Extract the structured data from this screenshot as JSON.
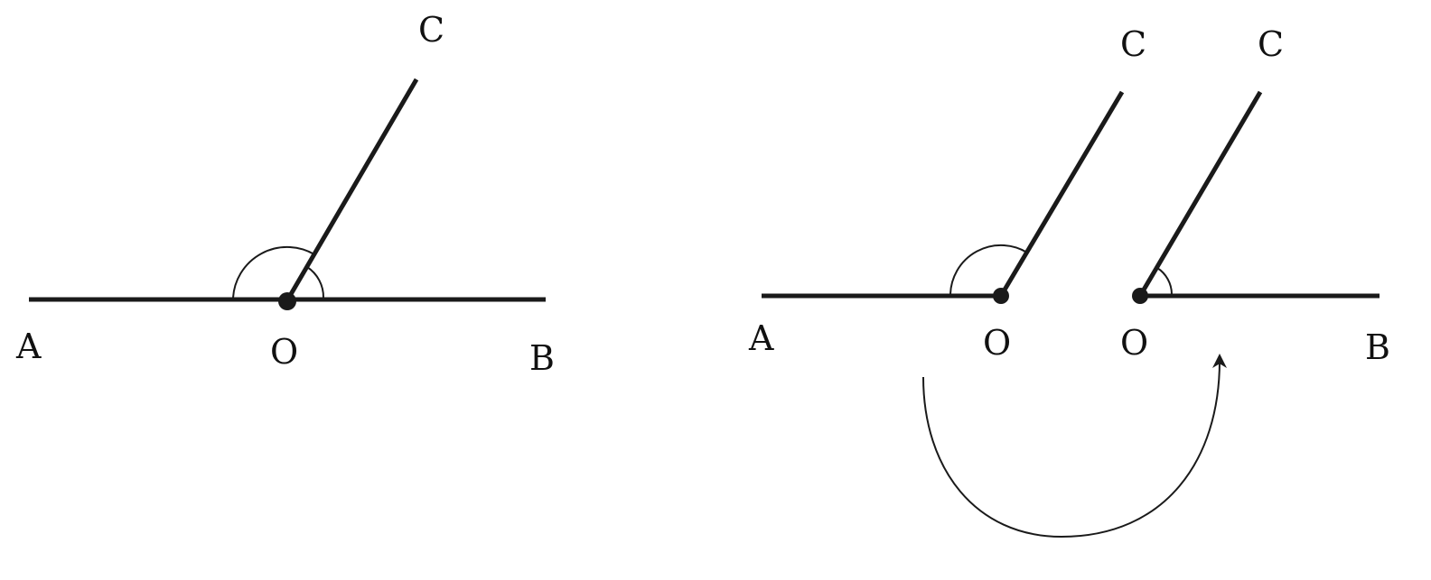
{
  "left_figure": {
    "labels": {
      "A": "A",
      "O": "O",
      "B": "B",
      "C": "C"
    }
  },
  "right_figure": {
    "first_angle_labels": {
      "A": "A",
      "O": "O",
      "C": "C"
    },
    "second_angle_labels": {
      "O": "O",
      "B": "B",
      "C": "C"
    }
  },
  "colors": {
    "stroke": "#1a1a1a",
    "background": "#ffffff"
  }
}
